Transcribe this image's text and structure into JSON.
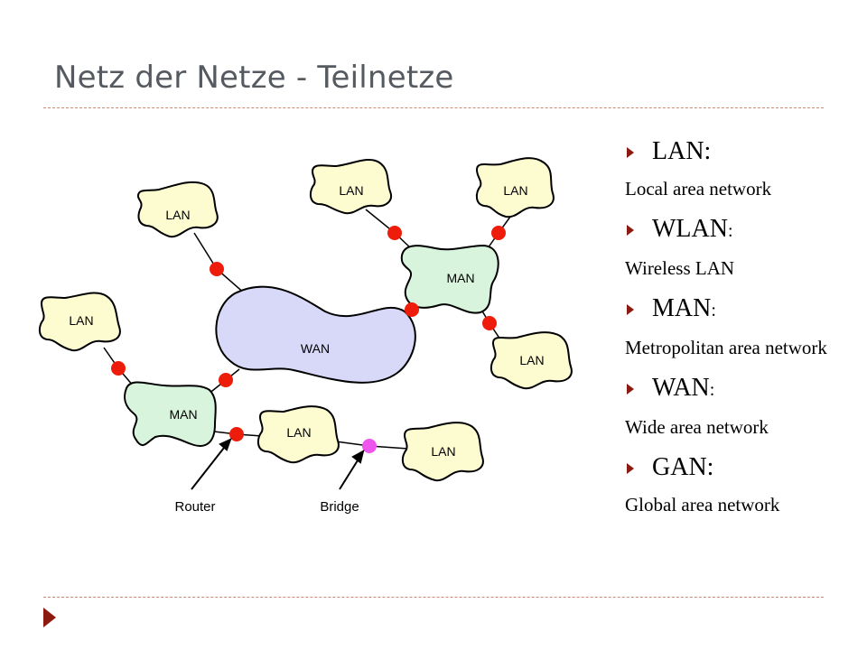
{
  "slide": {
    "title": "Netz der Netze - Teilnetze"
  },
  "diagram": {
    "clouds": {
      "lan_top_left": "LAN",
      "lan_top_mid": "LAN",
      "lan_top_right": "LAN",
      "lan_left": "LAN",
      "lan_right": "LAN",
      "lan_bottom_mid": "LAN",
      "lan_bottom_right": "LAN",
      "wan": "WAN",
      "man_right": "MAN",
      "man_left": "MAN"
    },
    "labels": {
      "router": "Router",
      "bridge": "Bridge"
    },
    "colors": {
      "lan_fill": "#fdfbd0",
      "man_fill": "#d8f4dc",
      "wan_fill": "#d8d8f8",
      "router_dot": "#ee1c0a",
      "bridge_dot": "#ee55ee"
    }
  },
  "list": [
    {
      "term": "LAN",
      "colon": ":",
      "description": "Local area network"
    },
    {
      "term": "WLAN",
      "colon": ":",
      "description": "Wireless LAN"
    },
    {
      "term": "MAN",
      "colon": ":",
      "description": "Metropolitan area network"
    },
    {
      "term": "WAN",
      "colon": ":",
      "description": "Wide area network"
    },
    {
      "term": "GAN",
      "colon": ":",
      "description": "Global area network"
    }
  ]
}
